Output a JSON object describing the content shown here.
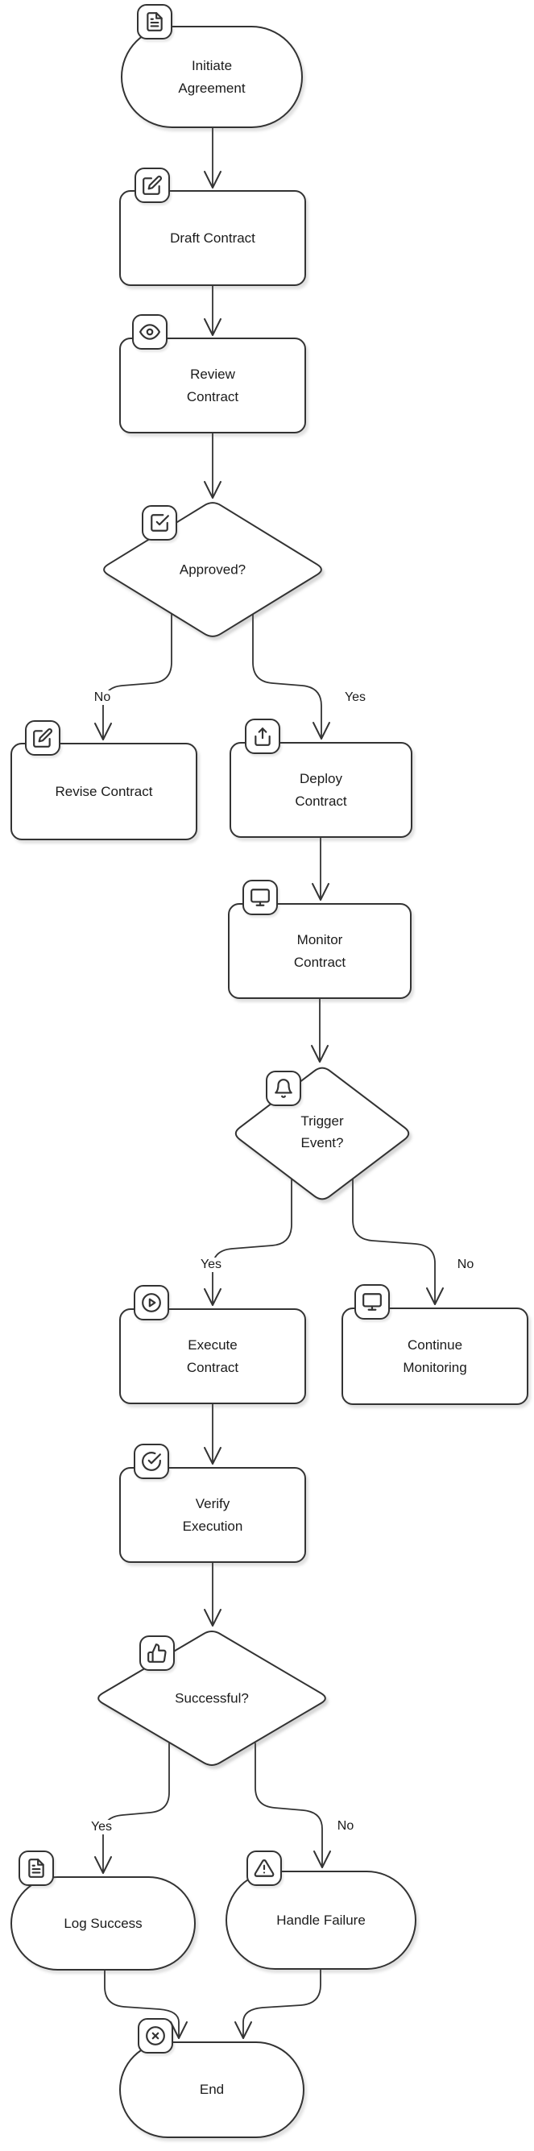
{
  "diagram": {
    "type": "flowchart",
    "colors": {
      "background": "#ffffff",
      "node_fill": "#ffffff",
      "stroke": "#333333",
      "text": "#1b1b1b"
    },
    "nodes": [
      {
        "id": "initiate",
        "label": "Initiate\nAgreement",
        "shape": "stadium",
        "icon": "file-text-icon"
      },
      {
        "id": "draft",
        "label": "Draft Contract",
        "shape": "rect",
        "icon": "edit-icon"
      },
      {
        "id": "review",
        "label": "Review\nContract",
        "shape": "rect",
        "icon": "eye-icon"
      },
      {
        "id": "approved",
        "label": "Approved?",
        "shape": "diamond",
        "icon": "check-square-icon"
      },
      {
        "id": "revise",
        "label": "Revise Contract",
        "shape": "rect",
        "icon": "edit-icon"
      },
      {
        "id": "deploy",
        "label": "Deploy\nContract",
        "shape": "rect",
        "icon": "upload-icon"
      },
      {
        "id": "monitor",
        "label": "Monitor\nContract",
        "shape": "rect",
        "icon": "monitor-icon"
      },
      {
        "id": "trigger",
        "label": "Trigger\nEvent?",
        "shape": "diamond",
        "icon": "bell-icon"
      },
      {
        "id": "execute",
        "label": "Execute\nContract",
        "shape": "rect",
        "icon": "play-circle-icon"
      },
      {
        "id": "continue",
        "label": "Continue\nMonitoring",
        "shape": "rect",
        "icon": "monitor-icon"
      },
      {
        "id": "verify",
        "label": "Verify\nExecution",
        "shape": "rect",
        "icon": "check-circle-icon"
      },
      {
        "id": "successful",
        "label": "Successful?",
        "shape": "diamond",
        "icon": "thumbs-up-icon"
      },
      {
        "id": "log_success",
        "label": "Log Success",
        "shape": "stadium",
        "icon": "file-text-icon"
      },
      {
        "id": "handle_failure",
        "label": "Handle Failure",
        "shape": "stadium",
        "icon": "alert-triangle-icon"
      },
      {
        "id": "end",
        "label": "End",
        "shape": "stadium",
        "icon": "x-circle-icon"
      }
    ],
    "edges": [
      {
        "from": "initiate",
        "to": "draft",
        "label": ""
      },
      {
        "from": "draft",
        "to": "review",
        "label": ""
      },
      {
        "from": "review",
        "to": "approved",
        "label": ""
      },
      {
        "from": "approved",
        "to": "revise",
        "label": "No"
      },
      {
        "from": "approved",
        "to": "deploy",
        "label": "Yes"
      },
      {
        "from": "deploy",
        "to": "monitor",
        "label": ""
      },
      {
        "from": "monitor",
        "to": "trigger",
        "label": ""
      },
      {
        "from": "trigger",
        "to": "execute",
        "label": "Yes"
      },
      {
        "from": "trigger",
        "to": "continue",
        "label": "No"
      },
      {
        "from": "execute",
        "to": "verify",
        "label": ""
      },
      {
        "from": "verify",
        "to": "successful",
        "label": ""
      },
      {
        "from": "successful",
        "to": "log_success",
        "label": "Yes"
      },
      {
        "from": "successful",
        "to": "handle_failure",
        "label": "No"
      },
      {
        "from": "log_success",
        "to": "end",
        "label": ""
      },
      {
        "from": "handle_failure",
        "to": "end",
        "label": ""
      }
    ]
  }
}
